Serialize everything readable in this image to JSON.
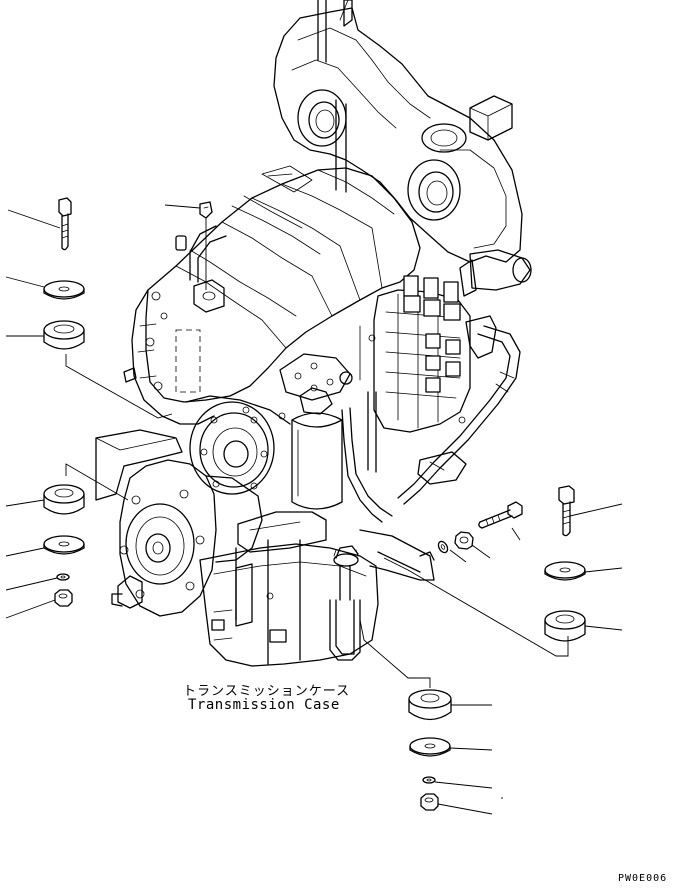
{
  "diagram": {
    "label_jp": "トランスミッションケース",
    "label_en": "Transmission Case",
    "drawing_code": "PW0E006"
  }
}
